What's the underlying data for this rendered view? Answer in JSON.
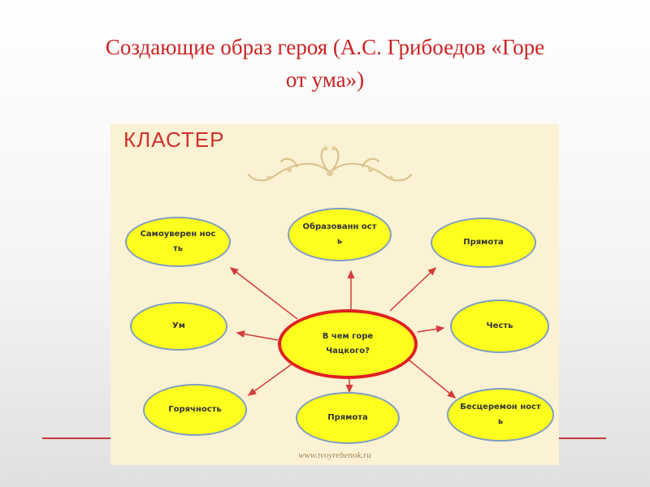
{
  "slide": {
    "title_line1": "Создающие образ героя (А.С. Грибоедов  «Горе",
    "title_line2": "от ума»)"
  },
  "cluster": {
    "heading": "КЛАСТЕР",
    "center": "В чем горе Чацкого?",
    "nodes": {
      "n1": "Самоуверен ность",
      "n2": "Образованн ость",
      "n3": "Прямота",
      "n4": "Ум",
      "n5": "Честь",
      "n6": "Горячность",
      "n7": "Прямота",
      "n8": "Бесцеремон ность"
    },
    "watermark": "www.tvoyrebenok.ru"
  },
  "colors": {
    "title": "#cc2222",
    "node_fill": "#ffff1f",
    "node_border": "#7f9fbf",
    "center_border": "#e02020",
    "arrow": "#d23c3c",
    "panel": "#fbf1d3"
  }
}
